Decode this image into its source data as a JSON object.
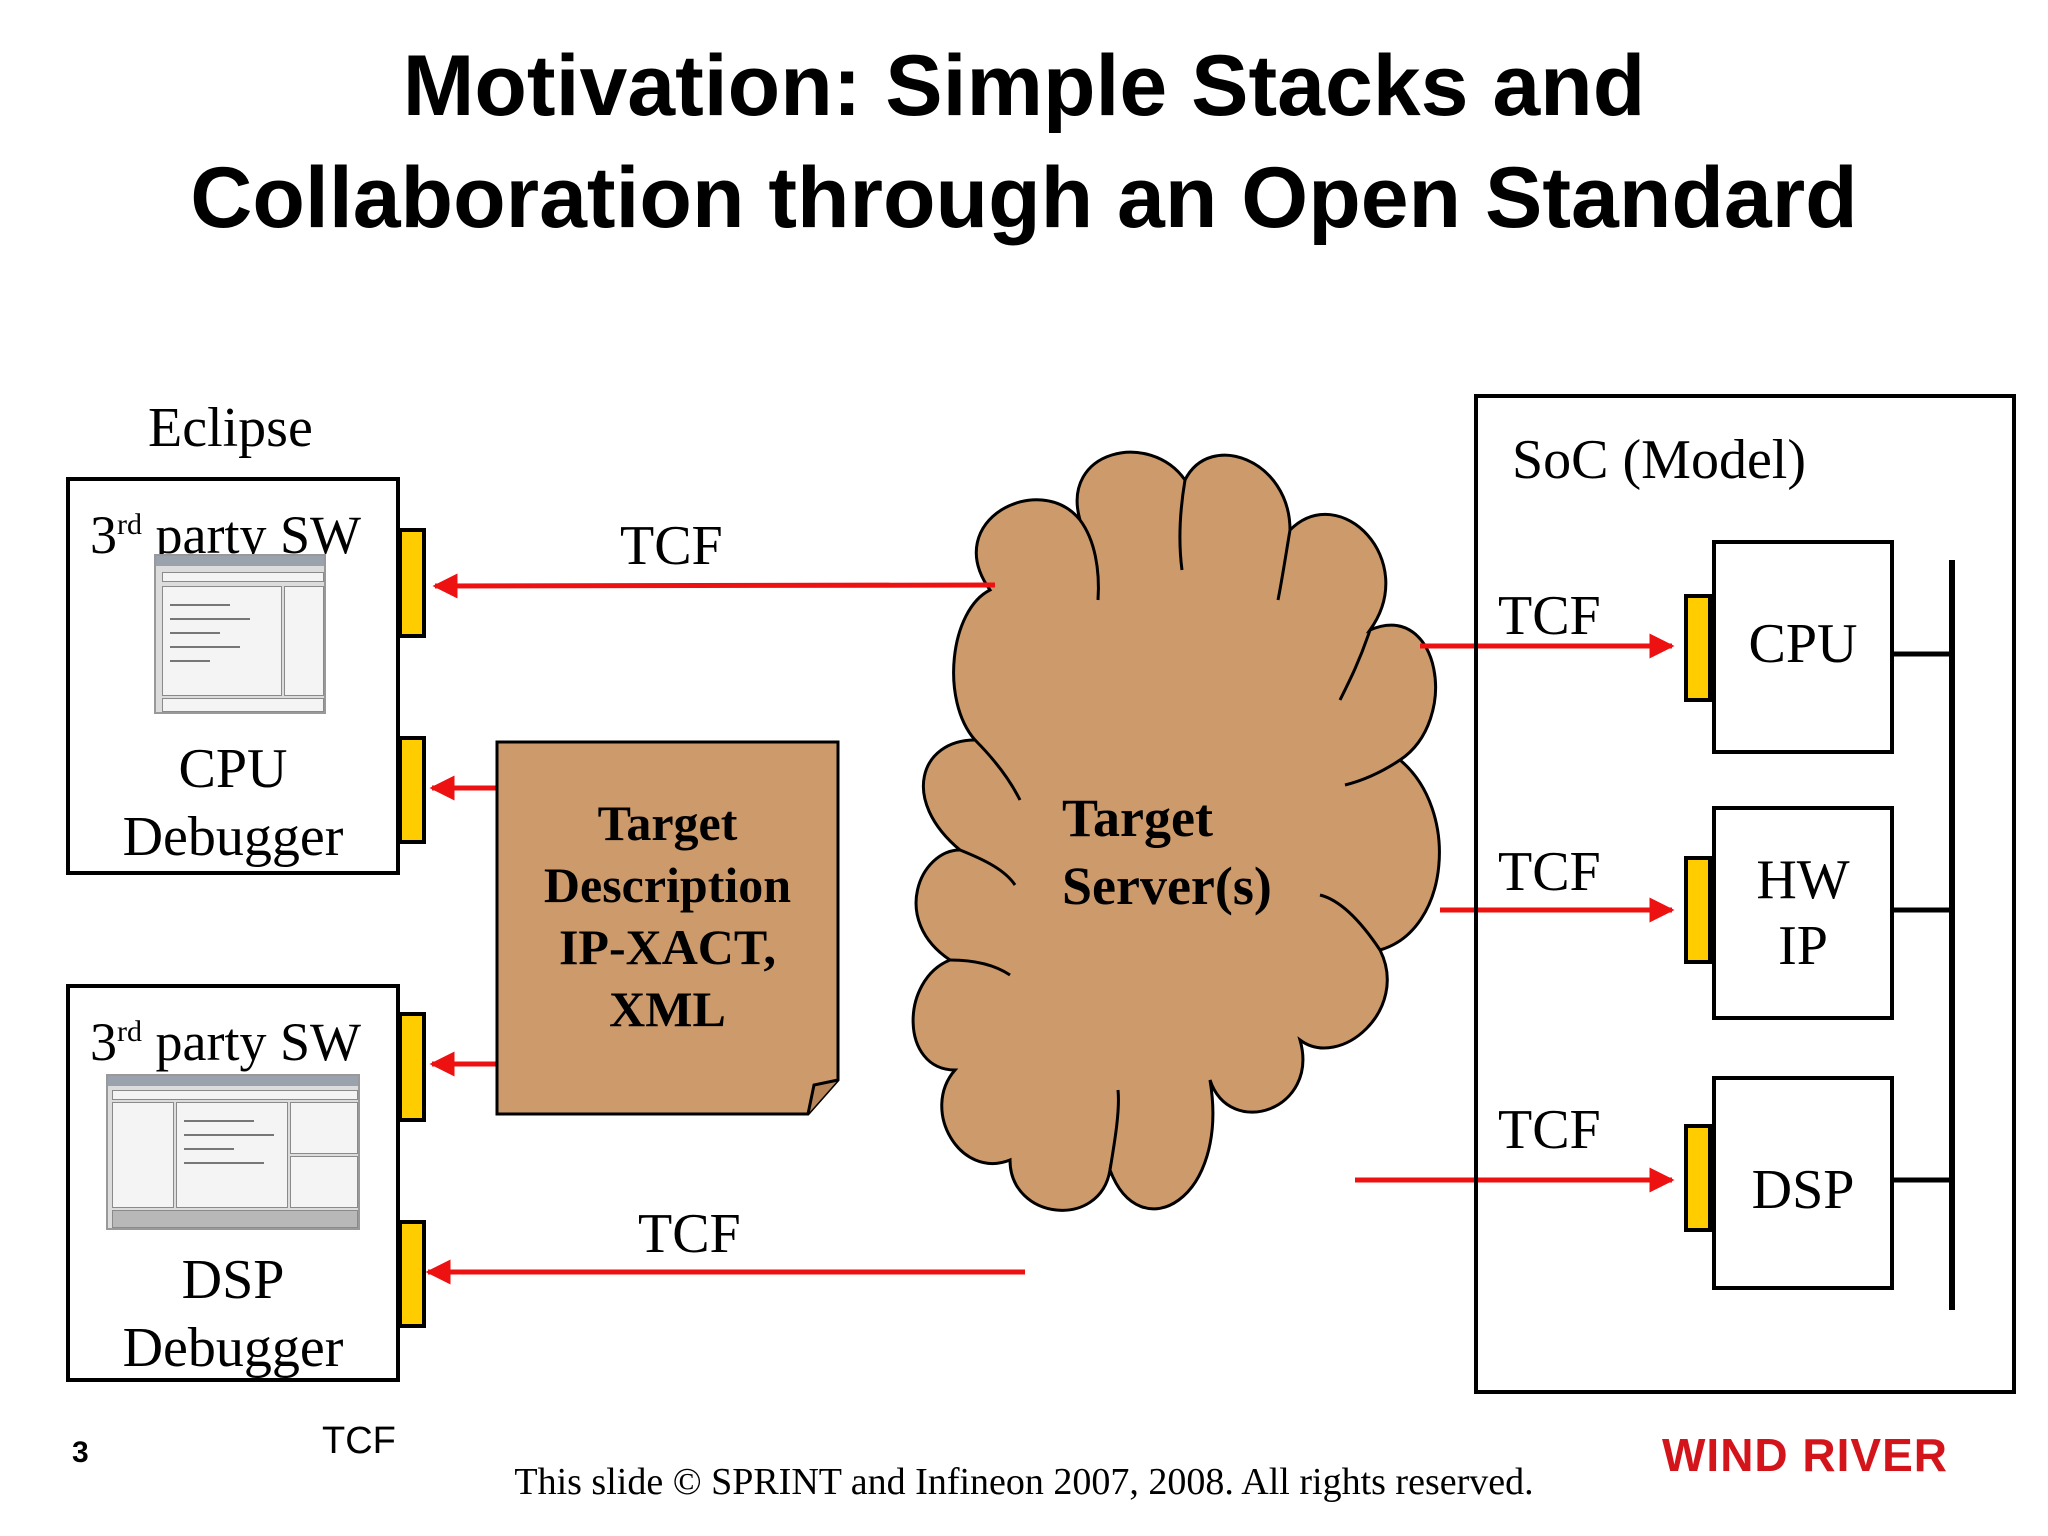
{
  "slide": {
    "title_line1": "Motivation: Simple Stacks and",
    "title_line2": "Collaboration through an Open Standard"
  },
  "eclipse": {
    "label": "Eclipse",
    "cpu_box": {
      "sw_main": "3",
      "sw_sup": "rd",
      "sw_rest": " party SW",
      "line1": "CPU",
      "line2": "Debugger"
    },
    "dsp_box": {
      "sw_main": "3",
      "sw_sup": "rd",
      "sw_rest": " party SW",
      "line1": "DSP",
      "line2": "Debugger"
    }
  },
  "target_description": {
    "line1": "Target",
    "line2": "Description",
    "line3": "IP-XACT,",
    "line4": "XML"
  },
  "target_server": {
    "line1": "Target",
    "line2": "Server(s)"
  },
  "soc": {
    "label": "SoC (Model)",
    "blocks": [
      {
        "line1": "CPU",
        "line2": ""
      },
      {
        "line1": "HW",
        "line2": "IP"
      },
      {
        "line1": "DSP",
        "line2": ""
      }
    ]
  },
  "links": {
    "top": "TCF",
    "bottom": "TCF",
    "soc_cpu": "TCF",
    "soc_hw": "TCF",
    "soc_dsp": "TCF"
  },
  "footer": {
    "slide_number": "3",
    "tcf": "TCF",
    "copyright": "This slide © SPRINT and Infineon 2007, 2008. All rights reserved.",
    "brand": "WIND RIVER"
  },
  "colors": {
    "arrow": "#EE1111",
    "port": "#FFCC00",
    "brown": "#CD9A6B",
    "brand": "#D4141B"
  }
}
